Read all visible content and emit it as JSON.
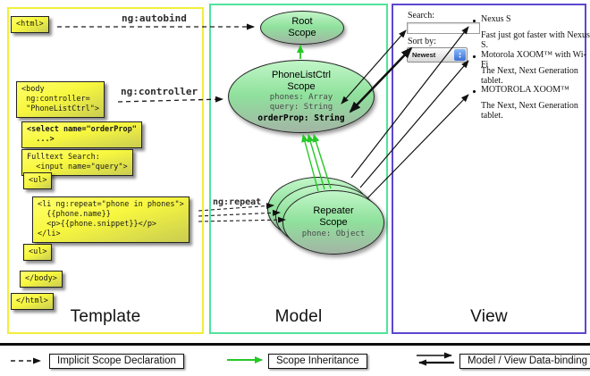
{
  "columns": {
    "template": {
      "label": "Template"
    },
    "model": {
      "label": "Model"
    },
    "view": {
      "label": "View"
    }
  },
  "connector_labels": {
    "autobind": "ng:autobind",
    "controller": "ng:controller",
    "repeat": "ng:repeat"
  },
  "template_boxes": [
    {
      "id": "html-open",
      "text": "<html>"
    },
    {
      "id": "body-open",
      "text": "<body\n ng:controller=\n \"PhoneListCtrl\">"
    },
    {
      "id": "select-orderprop",
      "text": "<select name=\"orderProp\"\n  ...>"
    },
    {
      "id": "fulltext-search",
      "text": "Fulltext Search:\n  <input name=\"query\">"
    },
    {
      "id": "ul-open",
      "text": "<ul>"
    },
    {
      "id": "li-repeat",
      "text": "<li ng:repeat=\"phone in phones\">\n  {{phone.name}}\n  <p>{{phone.snippet}}</p>\n</li>"
    },
    {
      "id": "ul-second",
      "text": "<ul>"
    },
    {
      "id": "body-close",
      "text": "</body>"
    },
    {
      "id": "html-close",
      "text": "</html>"
    }
  ],
  "scopes": {
    "root": {
      "title": "Root\nScope"
    },
    "phone_list": {
      "title": "PhoneListCtrl\nScope",
      "props": [
        "phones: Array",
        "query: String"
      ],
      "bold_prop": "orderProp: String"
    },
    "repeater": {
      "title": "Repeater\nScope",
      "prop": "phone: Object"
    }
  },
  "view_panel": {
    "search_label": "Search:",
    "search_value": "",
    "sort_label": "Sort by:",
    "sort_value": "Newest",
    "items": [
      {
        "title": "Nexus S",
        "desc": "Fast just got faster with Nexus S."
      },
      {
        "title": "Motorola XOOM™ with Wi-Fi",
        "desc": "The Next, Next Generation tablet."
      },
      {
        "title": "MOTOROLA XOOM™",
        "desc": "The Next, Next Generation tablet."
      }
    ]
  },
  "legend": {
    "items": [
      {
        "label": "Implicit Scope Declaration",
        "type": "dashed-arrow"
      },
      {
        "label": "Scope Inheritance",
        "type": "green-arrow"
      },
      {
        "label": "Model / View Data-binding",
        "type": "double-arrow"
      }
    ]
  },
  "colors": {
    "template_border": "#f2ee3a",
    "model_border": "#52e39b",
    "view_border": "#5b48cf",
    "code_box_yellow": "#f7f73f",
    "scope_green_top": "#c2f6c8",
    "scope_green_bottom": "#a3b5a5",
    "inheritance_green": "#26c826",
    "arrow_black": "#111111"
  }
}
